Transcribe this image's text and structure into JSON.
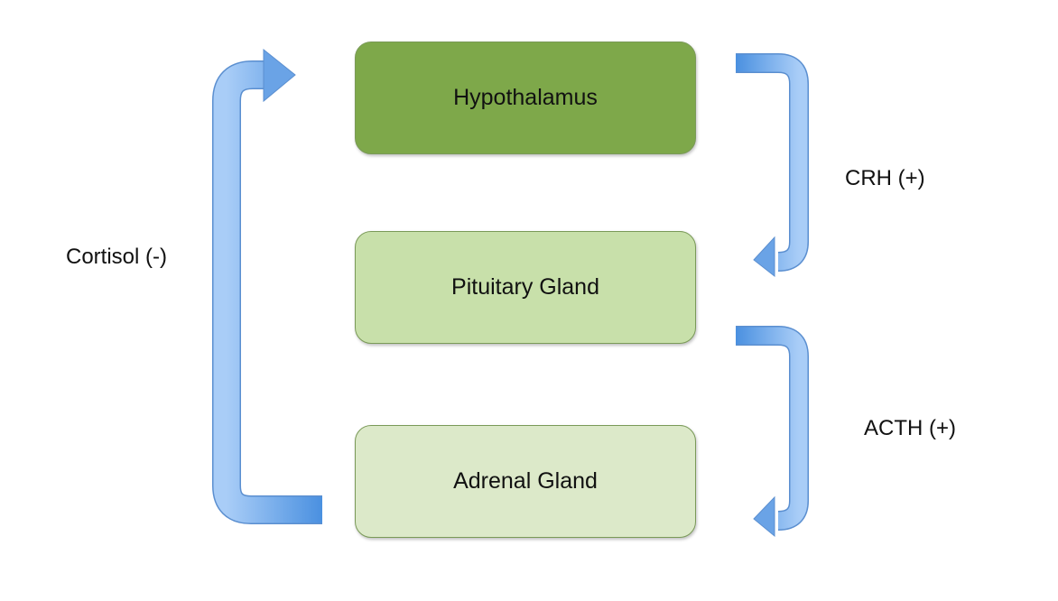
{
  "nodes": [
    {
      "label": "Hypothalamus",
      "color": "#7ea84a"
    },
    {
      "label": "Pituitary Gland",
      "color": "#c8e0aa"
    },
    {
      "label": "Adrenal Gland",
      "color": "#dce9c9"
    }
  ],
  "edges": [
    {
      "from": "Hypothalamus",
      "to": "Pituitary Gland",
      "label": "CRH (+)"
    },
    {
      "from": "Pituitary Gland",
      "to": "Adrenal Gland",
      "label": "ACTH (+)"
    },
    {
      "from": "Adrenal Gland",
      "to": "Hypothalamus",
      "label": "Cortisol (-)"
    }
  ],
  "arrow_color": "#6aa6e8"
}
